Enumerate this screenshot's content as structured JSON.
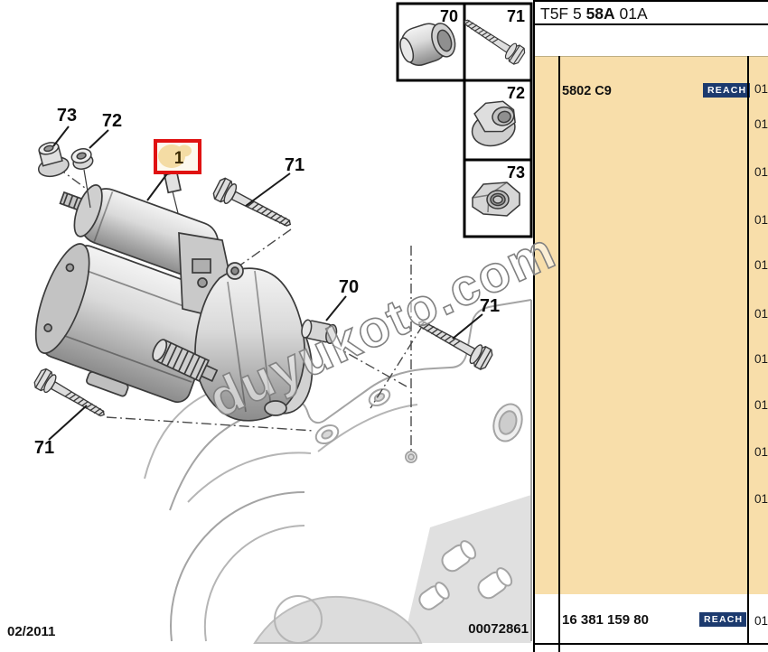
{
  "parts_panel": {
    "title": {
      "prefix": "T5F 5 ",
      "bold": "58A",
      "suffix": " 01A"
    },
    "part_ref": "5802 C9",
    "reach_badge": "REACH",
    "qty_values": [
      "01",
      "01",
      "01",
      "01",
      "01",
      "01",
      "01",
      "01",
      "01",
      "01"
    ],
    "footer": {
      "part_number": "16 381 159 80",
      "reach_badge": "REACH",
      "qty": "01"
    },
    "colors": {
      "panel_bg": "#F8DEAA",
      "reach_bg": "#1C3A6E",
      "reach_text": "#FFFFFF"
    }
  },
  "diagram": {
    "highlight_callout": "1",
    "callout_73": "73",
    "callout_72": "72",
    "callout_71_top": "71",
    "callout_70": "70",
    "callout_71_mid": "71",
    "callout_71_bottom": "71",
    "inset_70": "70",
    "inset_71": "71",
    "inset_72": "72",
    "inset_73": "73",
    "date_code": "02/2011",
    "doc_number": "00072861",
    "watermark": "duyukoto.com",
    "colors": {
      "highlight_border": "#E01212",
      "highlight_fill": "#F4DCA4"
    }
  }
}
